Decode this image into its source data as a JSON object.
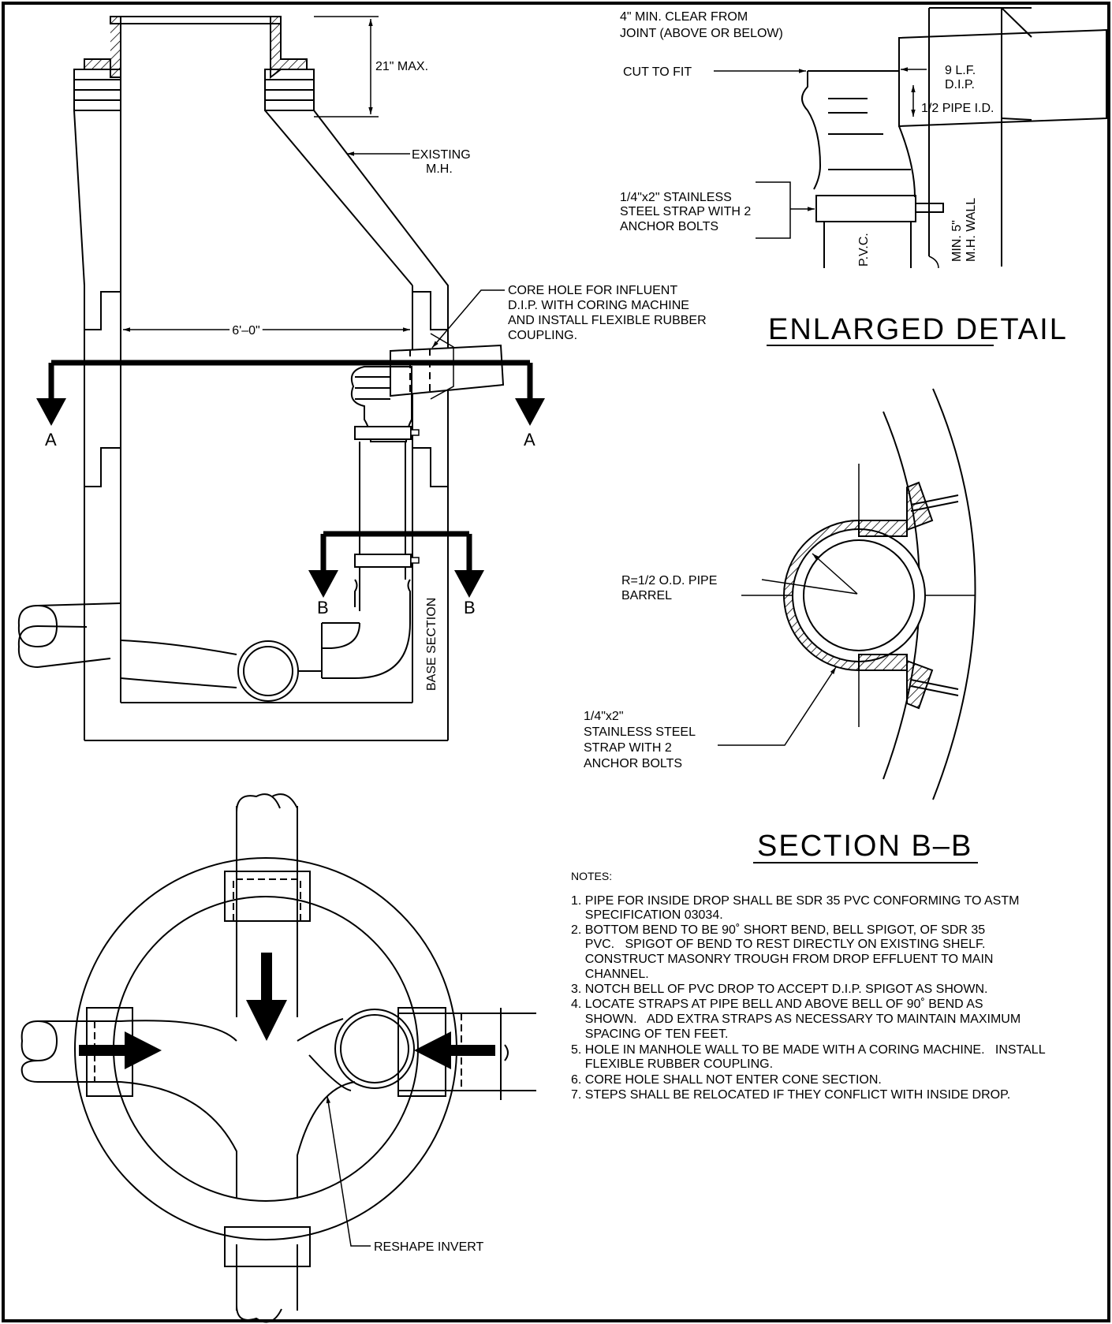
{
  "elevation": {
    "dim_21_max": "21\" MAX.",
    "dim_6_0": "6'–0\"",
    "existing_mh_1": "EXISTING",
    "existing_mh_2": "M.H.",
    "core_hole_1": "CORE HOLE FOR INFLUENT",
    "core_hole_2": "D.I.P. WITH CORING MACHINE",
    "core_hole_3": "AND INSTALL FLEXIBLE RUBBER",
    "core_hole_4": "COUPLING.",
    "section_a_left": "A",
    "section_a_right": "A",
    "section_b_left": "B",
    "section_b_right": "B",
    "base_section": "BASE SECTION"
  },
  "enlarged_detail": {
    "clear_1": "4\" MIN. CLEAR FROM",
    "clear_2": "JOINT (ABOVE OR BELOW)",
    "cut_to_fit": "CUT TO FIT",
    "dip_1": "9 L.F.",
    "dip_2": "D.I.P.",
    "pipe_id": "1/2 PIPE I.D.",
    "strap_1": "1/4\"x2\" STAINLESS",
    "strap_2": "STEEL STRAP WITH 2",
    "strap_3": "ANCHOR BOLTS",
    "pvc": "P.V.C.",
    "wall_1": "MIN. 5\"",
    "wall_2": "M.H. WALL",
    "title": "ENLARGED DETAIL"
  },
  "section_bb": {
    "radius_1": "R=1/2 O.D. PIPE",
    "radius_2": "BARREL",
    "strap_1": "1/4\"x2\"",
    "strap_2": "STAINLESS STEEL",
    "strap_3": "STRAP WITH 2",
    "strap_4": "ANCHOR BOLTS",
    "title": "SECTION B–B"
  },
  "plan": {
    "reshape_invert": "RESHAPE INVERT"
  },
  "notes": {
    "heading": "NOTES:",
    "lines": [
      "1. PIPE FOR INSIDE DROP SHALL BE SDR 35 PVC CONFORMING TO ASTM",
      "    SPECIFICATION 03034.",
      "2. BOTTOM BEND TO BE 90˚ SHORT BEND, BELL SPIGOT, OF SDR 35",
      "    PVC.   SPIGOT OF BEND TO REST DIRECTLY ON EXISTING SHELF.",
      "    CONSTRUCT MASONRY TROUGH FROM DROP EFFLUENT TO MAIN",
      "    CHANNEL.",
      "3. NOTCH BELL OF PVC DROP TO ACCEPT D.I.P. SPIGOT AS SHOWN.",
      "4. LOCATE STRAPS AT PIPE BELL AND ABOVE BELL OF 90˚ BEND AS",
      "    SHOWN.   ADD EXTRA STRAPS AS NECESSARY TO MAINTAIN MAXIMUM",
      "    SPACING OF TEN FEET.",
      "5. HOLE IN MANHOLE WALL TO BE MADE WITH A CORING MACHINE.   INSTALL",
      "    FLEXIBLE RUBBER COUPLING.",
      "6. CORE HOLE SHALL NOT ENTER CONE SECTION.",
      "7. STEPS SHALL BE RELOCATED IF THEY CONFLICT WITH INSIDE DROP."
    ]
  }
}
